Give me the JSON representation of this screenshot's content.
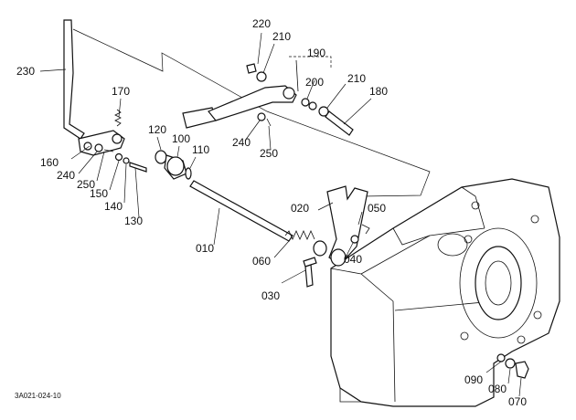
{
  "diagram": {
    "drawing_code": "3A021-024-10",
    "parts": [
      {
        "id": "p010",
        "label": "010"
      },
      {
        "id": "p020",
        "label": "020"
      },
      {
        "id": "p030",
        "label": "030"
      },
      {
        "id": "p040",
        "label": "040"
      },
      {
        "id": "p050",
        "label": "050"
      },
      {
        "id": "p060",
        "label": "060"
      },
      {
        "id": "p070",
        "label": "070"
      },
      {
        "id": "p080",
        "label": "080"
      },
      {
        "id": "p090",
        "label": "090"
      },
      {
        "id": "p100",
        "label": "100"
      },
      {
        "id": "p110",
        "label": "110"
      },
      {
        "id": "p120",
        "label": "120"
      },
      {
        "id": "p130",
        "label": "130"
      },
      {
        "id": "p140",
        "label": "140"
      },
      {
        "id": "p150",
        "label": "150"
      },
      {
        "id": "p160",
        "label": "160"
      },
      {
        "id": "p170",
        "label": "170"
      },
      {
        "id": "p180",
        "label": "180"
      },
      {
        "id": "p190",
        "label": "190"
      },
      {
        "id": "p200",
        "label": "200"
      },
      {
        "id": "p210a",
        "label": "210"
      },
      {
        "id": "p210b",
        "label": "210"
      },
      {
        "id": "p220",
        "label": "220"
      },
      {
        "id": "p230",
        "label": "230"
      },
      {
        "id": "p240a",
        "label": "240"
      },
      {
        "id": "p240b",
        "label": "240"
      },
      {
        "id": "p250a",
        "label": "250"
      },
      {
        "id": "p250b",
        "label": "250"
      }
    ]
  }
}
